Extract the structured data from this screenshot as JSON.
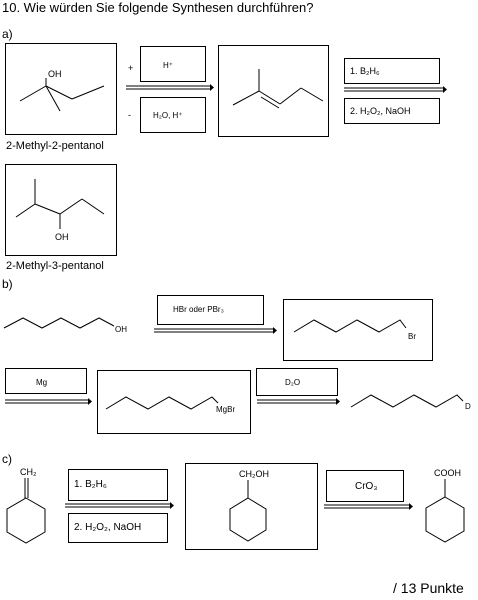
{
  "question": "10. Wie würden Sie folgende Synthesen durchführen?",
  "part_a": {
    "label": "a)",
    "mol1_name": "2-Methyl-2-pentanol",
    "mol1_oh": "OH",
    "mol2_name": "2-Methyl-3-pentanol",
    "mol2_oh": "OH",
    "plus": "+",
    "minus": "-",
    "reagent_top": "H⁺",
    "reagent_bottom": "H₂O, H⁺",
    "step1": "1. B₂H₆",
    "step2": "2. H₂O₂, NaOH"
  },
  "part_b": {
    "label": "b)",
    "start_oh": "OH",
    "reagent1": "HBr oder PBr₃",
    "product1_br": "Br",
    "reagent2": "Mg",
    "product2_mgbr": "MgBr",
    "reagent3": "D₂O",
    "product3_d": "D"
  },
  "part_c": {
    "label": "c)",
    "start_ch2": "CH₂",
    "step1": "1. B₂H₆",
    "step2": "2. H₂O₂, NaOH",
    "intermediate_group": "CH₂OH",
    "reagent": "CrO₃",
    "product_group": "COOH"
  },
  "score": "/ 13 Punkte"
}
